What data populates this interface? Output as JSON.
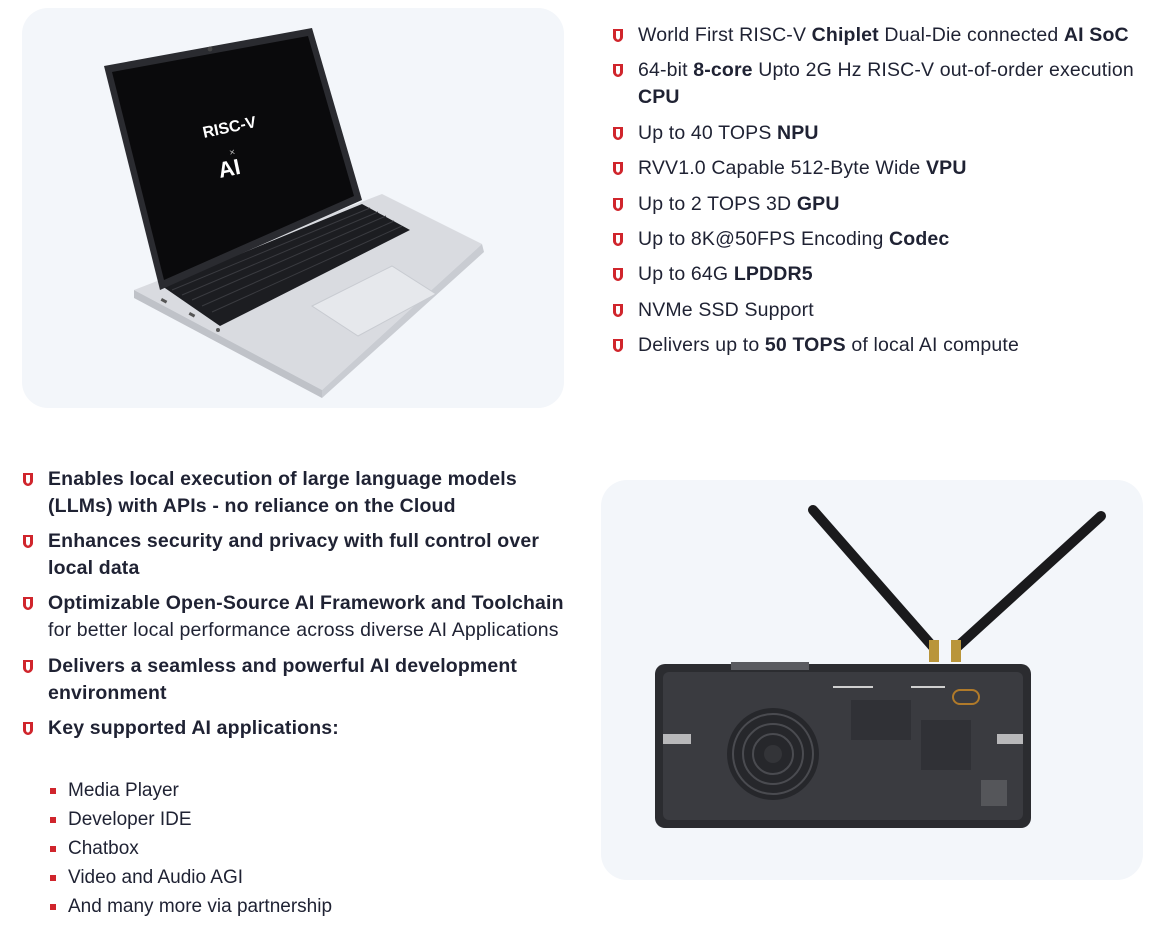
{
  "colors": {
    "accent": "#d0252c",
    "card_bg": "#f3f6fa",
    "text": "#1f2233"
  },
  "laptop": {
    "icon": "laptop-product-image",
    "screen_logo": "RISC-V",
    "screen_x": "×",
    "screen_ai": "AI"
  },
  "board": {
    "icon": "dev-board-with-antennas-image"
  },
  "specs": [
    [
      {
        "t": "World First RISC-V "
      },
      {
        "t": "Chiplet",
        "b": true
      },
      {
        "t": " Dual-Die connected "
      },
      {
        "t": "AI SoC",
        "b": true
      }
    ],
    [
      {
        "t": "64-bit "
      },
      {
        "t": "8-core",
        "b": true
      },
      {
        "t": " Upto 2G Hz RISC-V out-of-order execution "
      },
      {
        "t": "CPU",
        "b": true
      }
    ],
    [
      {
        "t": "Up to 40 TOPS "
      },
      {
        "t": "NPU",
        "b": true
      }
    ],
    [
      {
        "t": "RVV1.0 Capable 512-Byte Wide "
      },
      {
        "t": "VPU",
        "b": true
      }
    ],
    [
      {
        "t": "Up to 2 TOPS 3D "
      },
      {
        "t": "GPU",
        "b": true
      }
    ],
    [
      {
        "t": "Up to 8K@50FPS Encoding "
      },
      {
        "t": "Codec",
        "b": true
      }
    ],
    [
      {
        "t": "Up to 64G "
      },
      {
        "t": "LPDDR5",
        "b": true
      }
    ],
    [
      {
        "t": "NVMe SSD Support"
      }
    ],
    [
      {
        "t": "Delivers up to "
      },
      {
        "t": "50 TOPS",
        "b": true
      },
      {
        "t": " of local AI compute"
      }
    ]
  ],
  "features": [
    [
      {
        "t": "Enables local execution of large language models (LLMs) with APIs - no reliance on the Cloud",
        "b": true
      }
    ],
    [
      {
        "t": "Enhances security and privacy with full control over local data",
        "b": true
      }
    ],
    [
      {
        "t": "Optimizable Open-Source AI Framework and Toolchain",
        "b": true
      },
      {
        "t": " for better local performance across diverse AI Applications"
      }
    ],
    [
      {
        "t": "Delivers a seamless and powerful AI development environment",
        "b": true
      }
    ],
    [
      {
        "t": "Key supported AI applications:",
        "b": true
      }
    ]
  ],
  "applications": [
    "Media Player",
    "Developer IDE",
    "Chatbox",
    "Video and Audio AGI",
    "And many more via partnership"
  ]
}
